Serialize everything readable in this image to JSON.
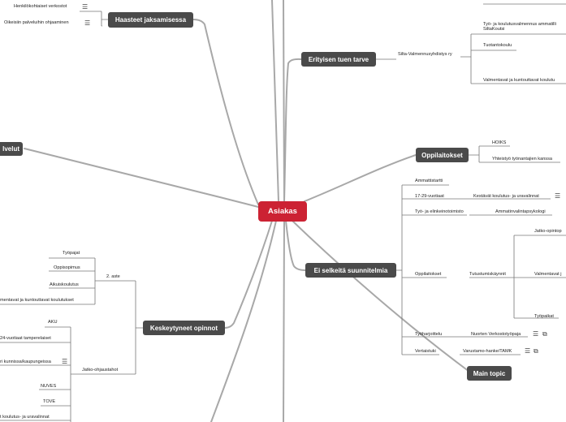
{
  "central": "Asiakas",
  "topics": {
    "haasteet": "Haasteet jaksamisessa",
    "erityisen": "Erityisen tuen tarve",
    "oppilaitokset": "Oppilaitokset",
    "ei_selkeita": "Ei selkeitä suunnitelmia",
    "keskeytyneet": "Keskeytyneet opinnot",
    "main_topic": "Main topic",
    "palvelut": "lvelut"
  },
  "leaves": {
    "henkilokohtaiset": "Henkilökohtaiset verkostot",
    "oikeisiin": "Oikeisiin palveluihin ohjaaminen",
    "silta": "Silta-Valmennusyhdistys ry",
    "tyo_koulutus": "Työ- ja koulutusvalmennus ammatilli",
    "siltakoutsi": "SiltaKoutsi",
    "tuotantokoulu": "Tuotantokoulu",
    "valmentavat_top": "Valmentavat ja kuntouttavat koulutu",
    "hoiks": "HOIKS",
    "yhteistyo": "Yhteistyö työnantajien kanssa",
    "ammattistartti": "Ammattistartti",
    "ikaiset": "17-29-vuotiaat",
    "kestavat": "Kestävät koulutus- ja uravalinnat",
    "te": "Työ- ja elinkeinotoimisto",
    "ammatinvalinta": "Ammatinvalintapsykologi",
    "oppilaitokset_leaf": "Oppilaitokset",
    "tutustumis": "Tutustumiskäynnit",
    "jatko_opinto": "Jatko-opintop",
    "valmentavat_mid": "Valmentavat j",
    "tyopaikat": "Työpaikat",
    "tyoharjoittelu": "Työharjoittelu",
    "nuorten": "Nuorten Verkostotyöpaja",
    "vertaistuki": "Vertaistuki",
    "varustamo": "Varustamo-hanke/TAMK",
    "toinen_aste": "2. aste",
    "tyopajat": "Työpajat",
    "oppisopimus": "Oppisopimus",
    "aikuiskoulutus": "Aikuiskoulutus",
    "valmentavat_left": "mentavat ja kuntouttavat koulutukset",
    "jatko_ohjaus": "Jatko-ohjaustahot",
    "aku": "AKU",
    "tampere": "24-vuotiaat tamperelaiset",
    "kunnissa": "ri kunnissa/kaupungeissa",
    "nuves": "NUVES",
    "tove": "TOVE",
    "koulutus_bottom": "t koulutus- ja uravalinnat"
  },
  "colors": {
    "central": "#cc2233",
    "topic": "#4a4a4a",
    "branch": "#a8a8a8",
    "line": "#777777"
  },
  "icons": {
    "notes": "notes-icon",
    "link": "external-link-icon"
  }
}
